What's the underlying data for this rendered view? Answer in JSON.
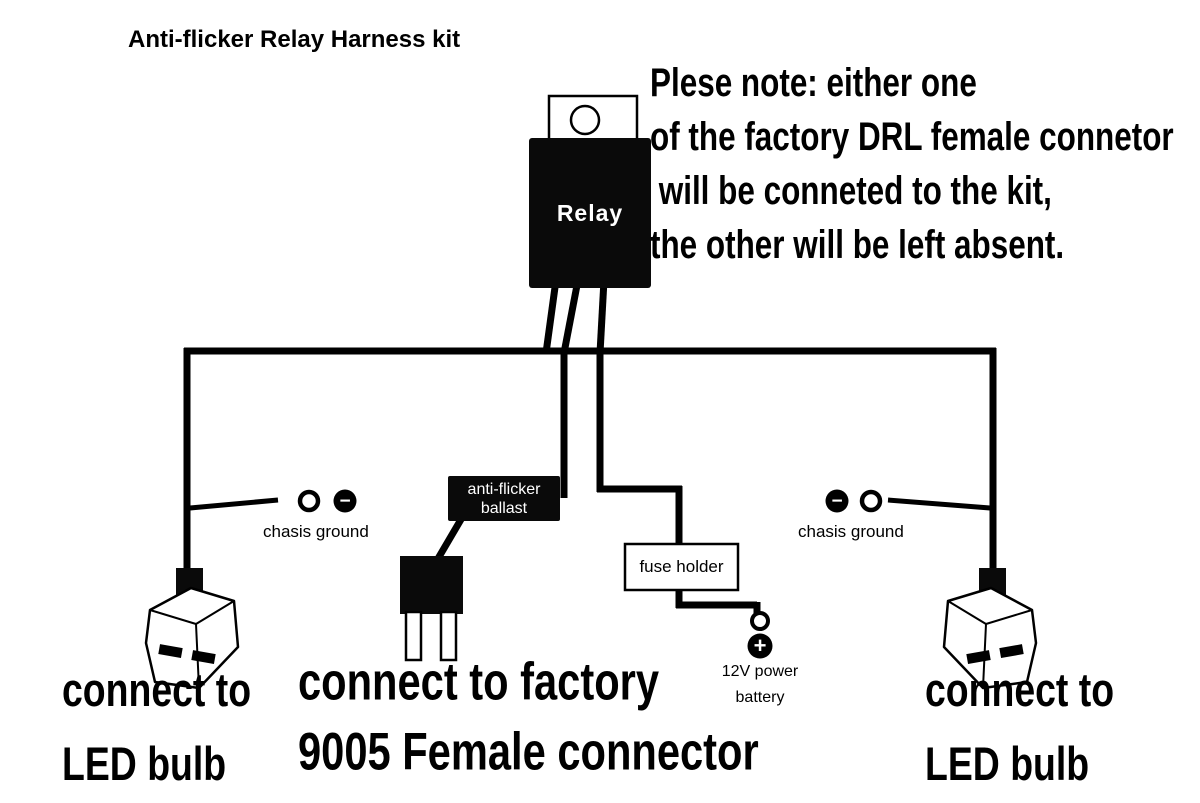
{
  "title": "Anti-flicker Relay Harness kit",
  "relay_label": "Relay",
  "note": {
    "l1": "Plese note: either one",
    "l2": "of the factory DRL female connetor",
    "l3": " will be conneted to the kit,",
    "l4": "the other will be left absent."
  },
  "components": {
    "ballast": {
      "line1": "anti-flicker",
      "line2": "ballast"
    },
    "fuse_holder": "fuse holder",
    "ground_left": "chasis ground",
    "ground_right": "chasis ground",
    "battery": {
      "line1": "12V power",
      "line2": "battery"
    }
  },
  "captions": {
    "left": {
      "line1": "connect to",
      "line2": "LED bulb"
    },
    "center": {
      "line1": "connect to factory",
      "line2": "9005 Female connector"
    },
    "right": {
      "line1": "connect to",
      "line2": "LED bulb"
    }
  },
  "symbols": {
    "plus": "+",
    "minus": "−"
  },
  "colors": {
    "wire": "#000000",
    "component_fill": "#0a0a0a",
    "background": "#ffffff",
    "text": "#000000"
  }
}
